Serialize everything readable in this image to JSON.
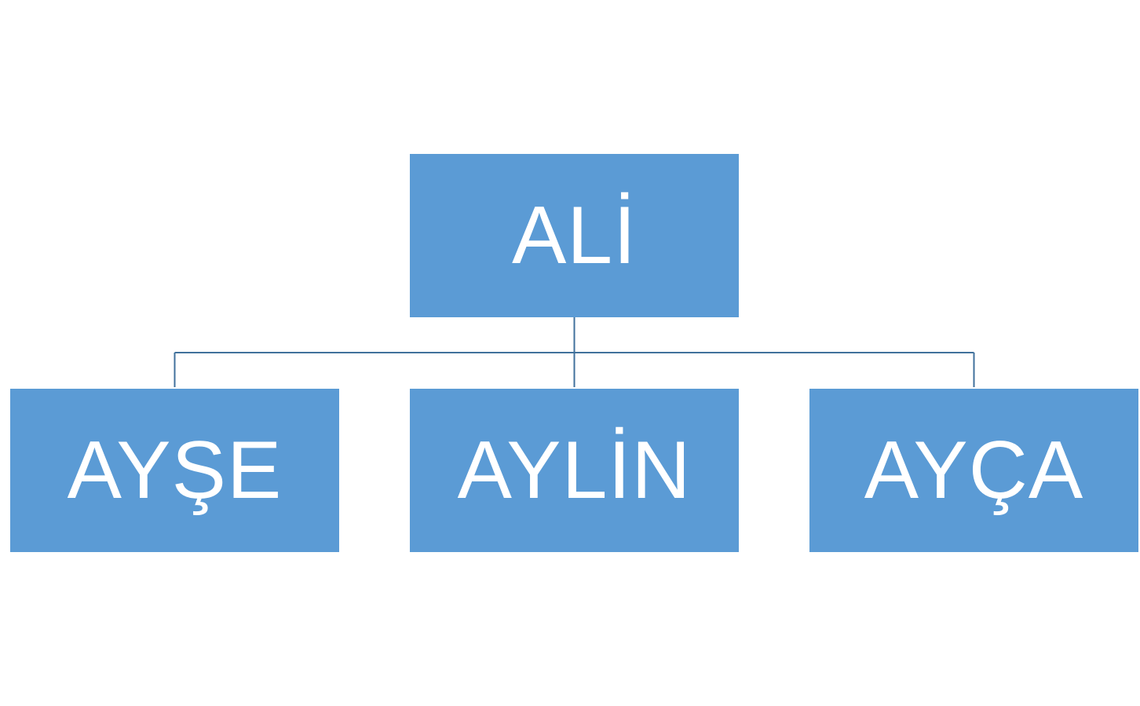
{
  "diagram": {
    "root": {
      "label": "ALİ"
    },
    "children": [
      {
        "label": "AYŞE"
      },
      {
        "label": "AYLİN"
      },
      {
        "label": "AYÇA"
      }
    ]
  },
  "colors": {
    "box_fill": "#5b9bd5",
    "box_text": "#ffffff",
    "connector": "#41719c",
    "background": "#ffffff"
  }
}
